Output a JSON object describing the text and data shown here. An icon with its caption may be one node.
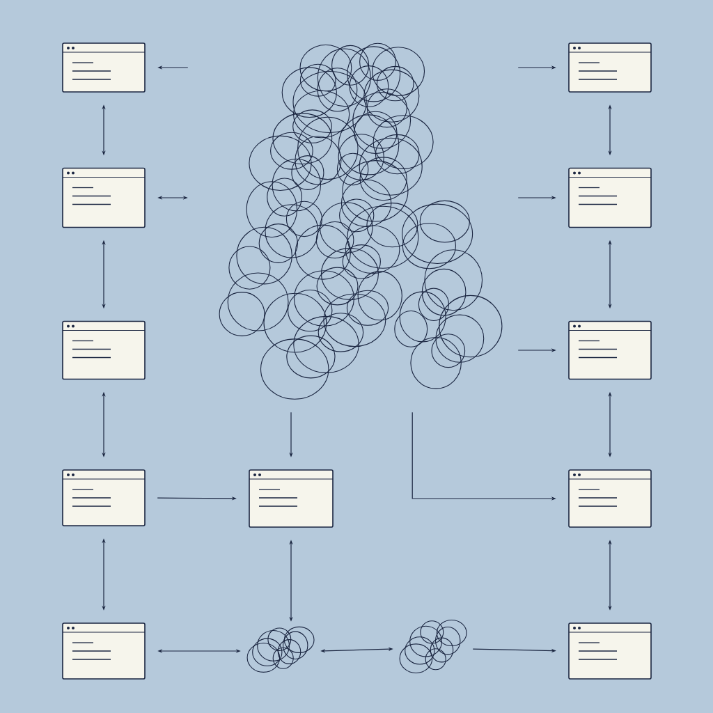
{
  "diagram": {
    "nodes": [
      {
        "text": [],
        "shape": "box"
      },
      {
        "text": [],
        "shape": "picture"
      },
      {
        "text": [],
        "shape": "box"
      },
      {
        "text": [],
        "shape": "box"
      },
      {
        "text": [],
        "shape": "box"
      },
      {
        "text": [],
        "shape": "box"
      },
      {
        "text": [],
        "shape": "box"
      },
      {
        "text": [],
        "shape": "box"
      },
      {
        "text": [],
        "shape": "box"
      },
      {
        "text": [],
        "shape": "box"
      },
      {
        "text": [],
        "shape": "box"
      },
      {
        "text": [],
        "shape": "picture"
      },
      {
        "text": [],
        "shape": "picture"
      },
      {
        "text": [],
        "shape": "box"
      }
    ],
    "edges": [
      {
        "from": 1,
        "to": 0,
        "arrow": "to"
      },
      {
        "from": 1,
        "to": 2,
        "arrow": "to"
      },
      {
        "from": 0,
        "to": 3,
        "arrow": "both"
      },
      {
        "from": 3,
        "to": 1,
        "arrow": "both"
      },
      {
        "from": 1,
        "to": 4,
        "arrow": "to"
      },
      {
        "from": 2,
        "to": 4,
        "arrow": "both"
      },
      {
        "from": 3,
        "to": 5,
        "arrow": "both"
      },
      {
        "from": 4,
        "to": 6,
        "arrow": "both"
      },
      {
        "from": 1,
        "to": 6,
        "arrow": "to"
      },
      {
        "from": 5,
        "to": 7,
        "arrow": "both"
      },
      {
        "from": 6,
        "to": 9,
        "arrow": "both"
      },
      {
        "from": 1,
        "to": 8,
        "arrow": "to"
      },
      {
        "from": 7,
        "to": 8,
        "arrow": "to"
      },
      {
        "from": 1,
        "to": 9,
        "arrow": "to"
      },
      {
        "from": 7,
        "to": 10,
        "arrow": "both"
      },
      {
        "from": 8,
        "to": 11,
        "arrow": "both"
      },
      {
        "from": 9,
        "to": 13,
        "arrow": "both"
      },
      {
        "from": 10,
        "to": 11,
        "arrow": "both"
      },
      {
        "from": 11,
        "to": 12,
        "arrow": "both"
      },
      {
        "from": 12,
        "to": 13,
        "arrow": "to"
      }
    ]
  }
}
